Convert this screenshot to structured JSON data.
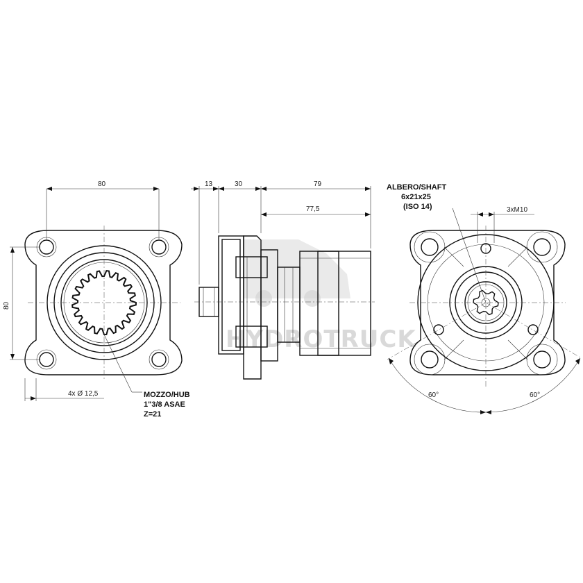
{
  "dimensions": {
    "width_80": "80",
    "height_80": "80",
    "holes": "4x Ø 12,5",
    "side_13": "13",
    "side_30": "30",
    "side_79": "79",
    "side_77_5": "77,5",
    "thread": "3xM10",
    "angle_left": "60°",
    "angle_right": "60°"
  },
  "labels": {
    "hub_line1": "MOZZO/HUB",
    "hub_line2": "1\"3/8 ASAE",
    "hub_line3": "Z=21",
    "shaft_line1": "ALBERO/SHAFT",
    "shaft_line2": "6x21x25",
    "shaft_line3": "(ISO 14)"
  },
  "watermark": "HYDROTRUCK"
}
